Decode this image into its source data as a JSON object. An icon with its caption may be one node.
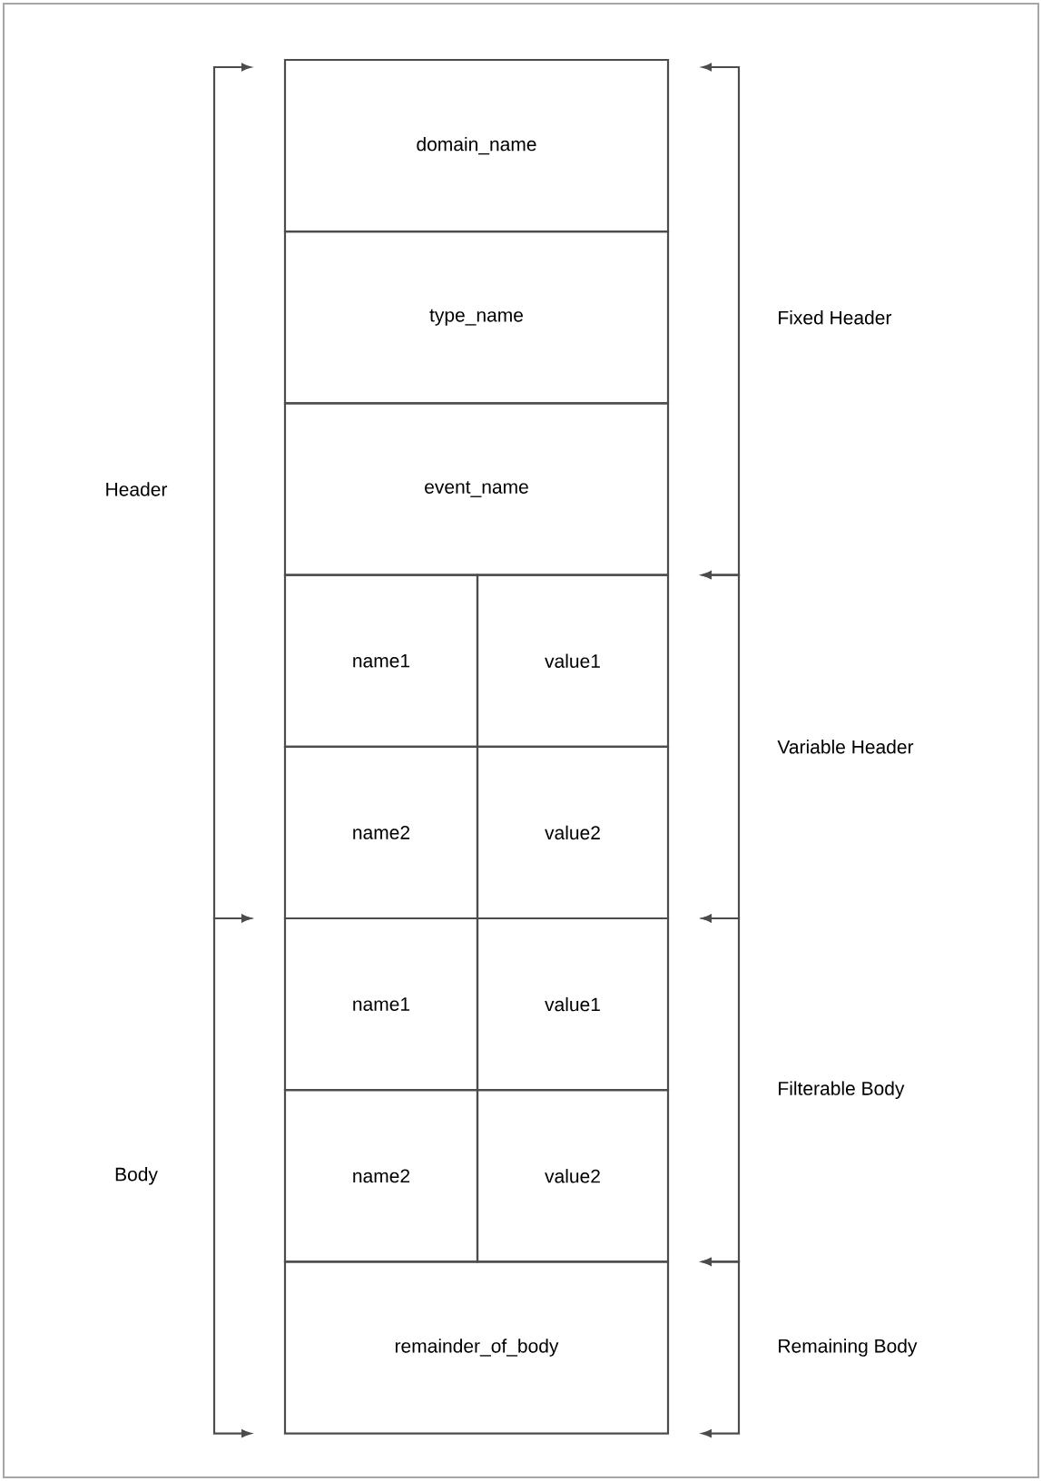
{
  "diagram": {
    "nodes": [
      {
        "text": [
          "domain_name"
        ]
      },
      {
        "text": [
          "type_name"
        ]
      },
      {
        "text": [
          "event_name"
        ]
      },
      {
        "text": [
          "name1"
        ]
      },
      {
        "text": [
          "value1"
        ]
      },
      {
        "text": [
          "name2"
        ]
      },
      {
        "text": [
          "value2"
        ]
      },
      {
        "text": [
          "name1"
        ]
      },
      {
        "text": [
          "value1"
        ]
      },
      {
        "text": [
          "name2"
        ]
      },
      {
        "text": [
          "value2"
        ]
      },
      {
        "text": [
          "remainder_of_body"
        ]
      }
    ],
    "labels": [
      "Fixed Header",
      "Header",
      "Variable Header",
      "Filterable Body",
      "Body",
      "Remaining Body"
    ]
  }
}
